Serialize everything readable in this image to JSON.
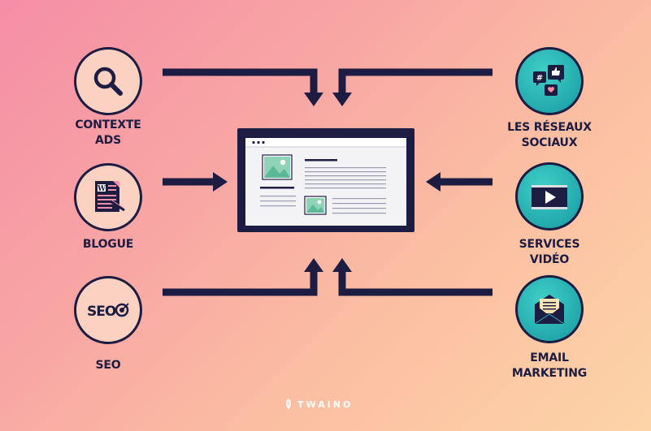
{
  "nodes": {
    "contexte_ads": {
      "line1": "CONTEXTE",
      "line2": "ADS"
    },
    "blogue": {
      "line1": "BLOGUE"
    },
    "seo": {
      "line1": "SEO",
      "icon_text": "SEO"
    },
    "reseaux_sociaux": {
      "line1": "LES RÉSEAUX",
      "line2": "SOCIAUX"
    },
    "services_video": {
      "line1": "SERVICES",
      "line2": "VIDÉO"
    },
    "email_marketing": {
      "line1": "EMAIL",
      "line2": "MARKETING"
    }
  },
  "watermark": {
    "text": "TWAINO"
  },
  "colors": {
    "navy": "#1d1c42",
    "teal": "#23a9ad",
    "light_circle": "#fbd1c2",
    "image_green": "#8fd3b6"
  },
  "icons": {
    "contexte_ads": "magnifier-icon",
    "blogue": "wordpress-document-icon",
    "seo": "seo-target-icon",
    "reseaux_sociaux": "social-bubbles-icon",
    "services_video": "video-player-icon",
    "email_marketing": "envelope-icon",
    "center": "website-window-icon"
  }
}
